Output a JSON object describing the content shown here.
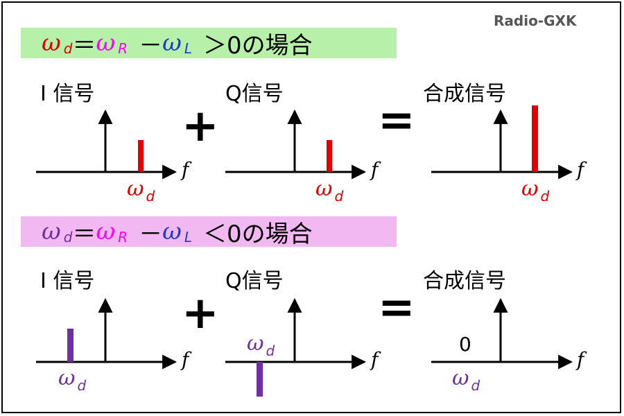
{
  "credit": "Radio-GXK",
  "colors": {
    "red": "#e00000",
    "magenta": "#ff00ff",
    "blue": "#1e3cc8",
    "purple": "#7030a0",
    "band_green": "#b7f0a8",
    "band_pink": "#f2b8f2"
  },
  "top": {
    "condition": {
      "w_d": "ω",
      "d": "d",
      "eq": "＝",
      "w_R": "ω",
      "R": "R",
      "minus": "－",
      "w_L": "ω",
      "L": "L",
      "tail": "＞0の場合"
    },
    "i_label": "I 信号",
    "q_label": "Q信号",
    "sum_label": "合成信号",
    "plus": "+",
    "equals": "=",
    "f": "f",
    "omega": "ω",
    "d": "d"
  },
  "bottom": {
    "condition": {
      "w_d": "ω",
      "d": "d",
      "eq": "＝",
      "w_R": "ω",
      "R": "R",
      "minus": "－",
      "w_L": "ω",
      "L": "L",
      "tail": "＜0の場合"
    },
    "i_label": "I 信号",
    "q_label": "Q信号",
    "sum_label": "合成信号",
    "plus": "+",
    "equals": "=",
    "f": "f",
    "omega": "ω",
    "d": "d",
    "zero": "0"
  }
}
